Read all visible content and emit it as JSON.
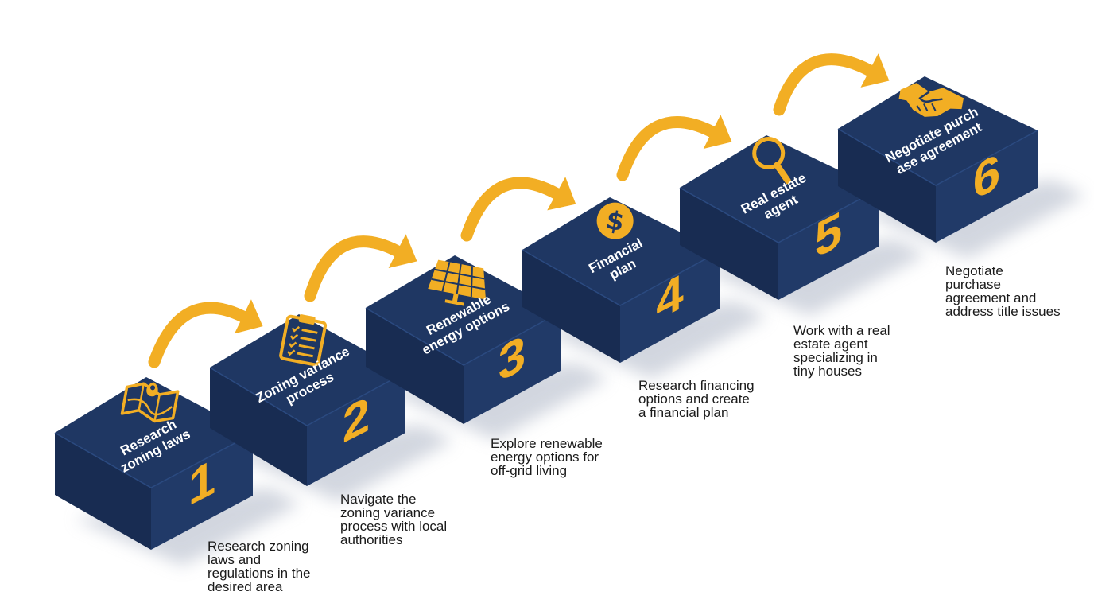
{
  "colors": {
    "cube_top": "#1f3763",
    "cube_left": "#182c52",
    "cube_right": "#213a68",
    "accent": "#f2ae24",
    "text": "#1a1a1a"
  },
  "steps": [
    {
      "number": "1",
      "label_lines": [
        "Research",
        "zoning laws"
      ],
      "icon": "map-pin-icon",
      "description": "Research zoning\nlaws and\nregulations in the\ndesired area"
    },
    {
      "number": "2",
      "label_lines": [
        "Zoning variance",
        "process"
      ],
      "icon": "clipboard-icon",
      "description": "Navigate the\nzoning variance\nprocess with local\nauthorities"
    },
    {
      "number": "3",
      "label_lines": [
        "Renewable",
        "energy options"
      ],
      "icon": "solar-panel-icon",
      "description": "Explore renewable\nenergy options for\noff-grid living"
    },
    {
      "number": "4",
      "label_lines": [
        "Financial",
        "plan"
      ],
      "icon": "dollar-coin-icon",
      "description": "Research financing\noptions and create\na financial plan"
    },
    {
      "number": "5",
      "label_lines": [
        "Real estate",
        "agent"
      ],
      "icon": "magnifier-icon",
      "description": "Work with a real\nestate agent\nspecializing in\ntiny houses"
    },
    {
      "number": "6",
      "label_lines": [
        "Negotiate purch",
        "ase agreement"
      ],
      "icon": "handshake-icon",
      "description": "Negotiate\npurchase\nagreement and\naddress title issues"
    }
  ]
}
